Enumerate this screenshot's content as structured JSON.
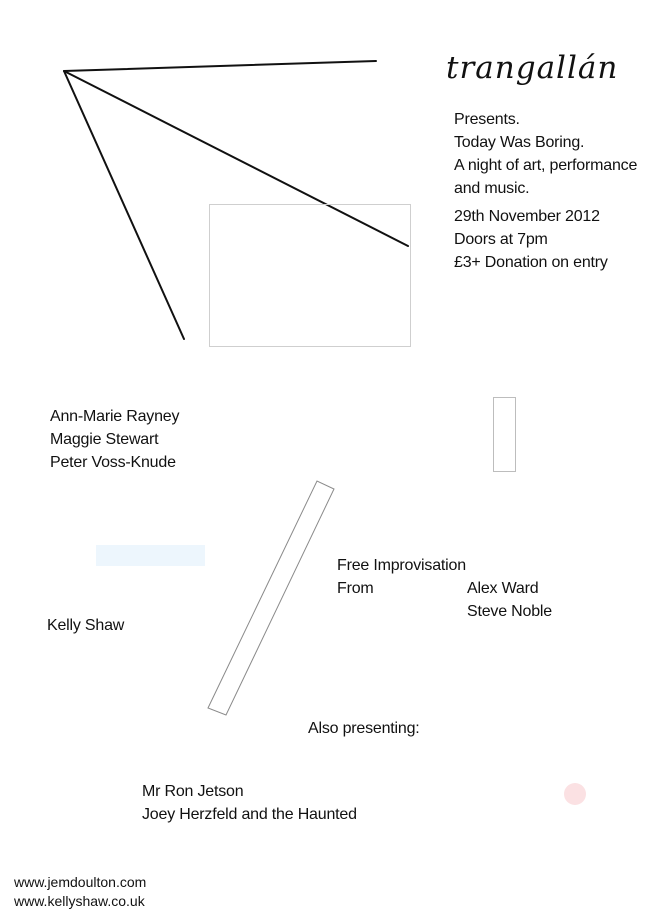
{
  "logo": {
    "text": "trangallán"
  },
  "intro": {
    "lines": [
      "Presents.",
      "Today Was Boring.",
      "A night of art, performance",
      "and music."
    ]
  },
  "event": {
    "date": "29th November 2012",
    "doors": "Doors at 7pm",
    "price": "£3+ Donation on entry"
  },
  "artists": {
    "group": [
      "Ann-Marie Rayney",
      "Maggie Stewart",
      "Peter Voss-Knude"
    ],
    "solo": "Kelly Shaw"
  },
  "improv": {
    "label_line1": "Free Improvisation",
    "label_line2": "From",
    "performers": [
      "Alex Ward",
      "Steve Noble"
    ]
  },
  "also": {
    "heading": "Also presenting:",
    "acts": [
      "Mr Ron Jetson",
      "Joey Herzfeld and the Haunted"
    ]
  },
  "links": [
    "www.jemdoulton.com",
    "www.kellyshaw.co.uk"
  ],
  "colors": {
    "text": "#111111",
    "light_blue": "#edf6fd",
    "pink": "#fbe1e3",
    "outline": "#c8c8c8"
  }
}
